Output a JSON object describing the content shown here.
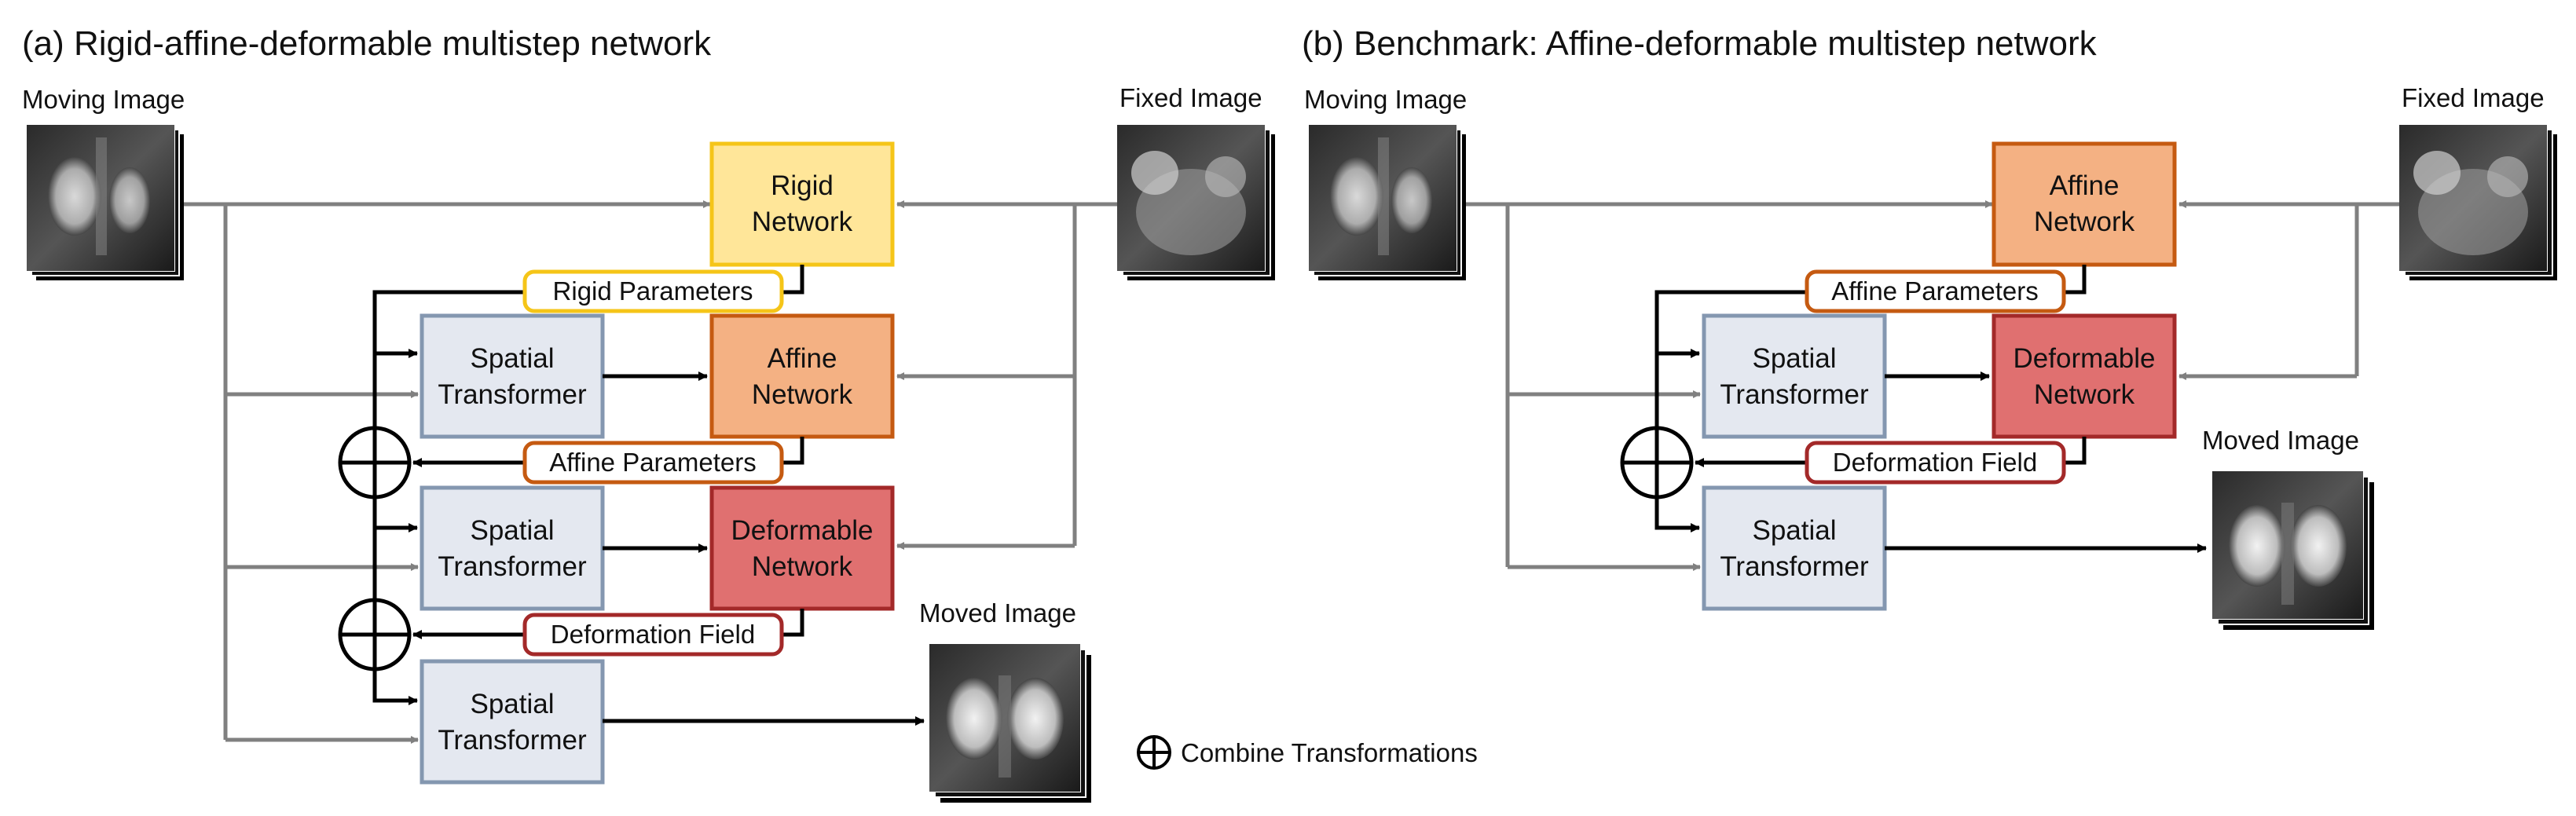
{
  "panel_a": {
    "title": "(a) Rigid-affine-deformable multistep network",
    "moving_image_label": "Moving Image",
    "fixed_image_label": "Fixed Image",
    "moved_image_label": "Moved Image",
    "rigid_network": [
      "Rigid",
      "Network"
    ],
    "affine_network": [
      "Affine",
      "Network"
    ],
    "deformable_network": [
      "Deformable",
      "Network"
    ],
    "spatial_transformer": [
      "Spatial",
      "Transformer"
    ],
    "rigid_parameters": "Rigid Parameters",
    "affine_parameters": "Affine Parameters",
    "deformation_field": "Deformation Field"
  },
  "panel_b": {
    "title": "(b) Benchmark: Affine-deformable multistep network",
    "moving_image_label": "Moving Image",
    "fixed_image_label": "Fixed Image",
    "moved_image_label": "Moved Image",
    "affine_network": [
      "Affine",
      "Network"
    ],
    "deformable_network": [
      "Deformable",
      "Network"
    ],
    "spatial_transformer": [
      "Spatial",
      "Transformer"
    ],
    "affine_parameters": "Affine Parameters",
    "deformation_field": "Deformation Field"
  },
  "legend": {
    "combine_label": "Combine Transformations"
  },
  "colors": {
    "rigid_fill": "#FFE699",
    "rigid_stroke": "#F5C518",
    "affine_fill": "#F4B183",
    "affine_stroke": "#C55A11",
    "deformable_fill": "#E07070",
    "deformable_stroke": "#A32929",
    "transformer_fill": "#E4E8F0",
    "transformer_stroke": "#8497B0",
    "arrow_gray": "#808080",
    "arrow_black": "#000000"
  }
}
